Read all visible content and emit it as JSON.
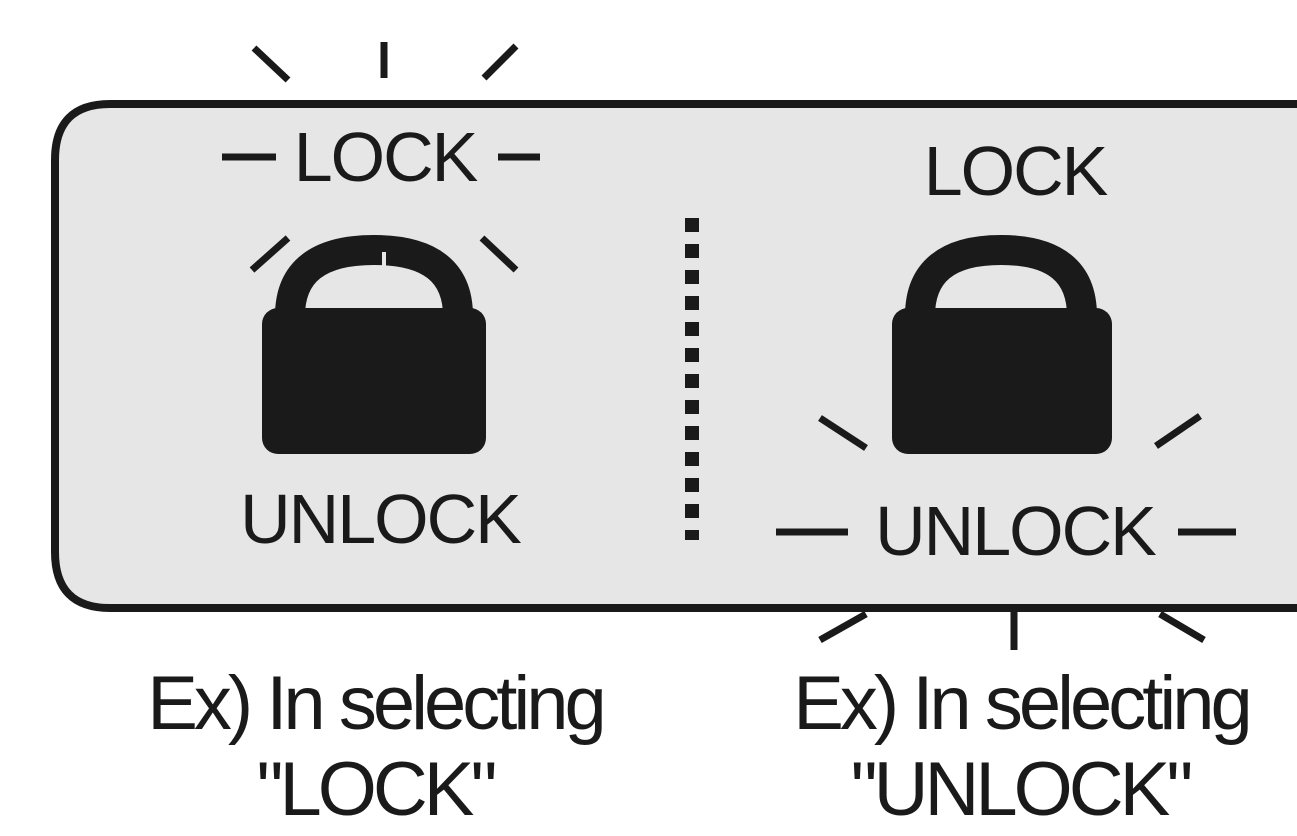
{
  "panel": {
    "background": "#e6e6e6",
    "border": "#1a1a1a"
  },
  "left": {
    "top_label": "LOCK",
    "bottom_label": "UNLOCK",
    "caption_line1": "Ex) In selecting",
    "caption_line2": "\"LOCK\"",
    "selected": "LOCK"
  },
  "right": {
    "top_label": "LOCK",
    "bottom_label": "UNLOCK",
    "caption_line1": "Ex) In selecting",
    "caption_line2": "\"UNLOCK\"",
    "selected": "UNLOCK"
  },
  "icons": {
    "left_lock": "padlock-icon",
    "right_lock": "padlock-icon",
    "highlight": "blink-rays-icon"
  }
}
